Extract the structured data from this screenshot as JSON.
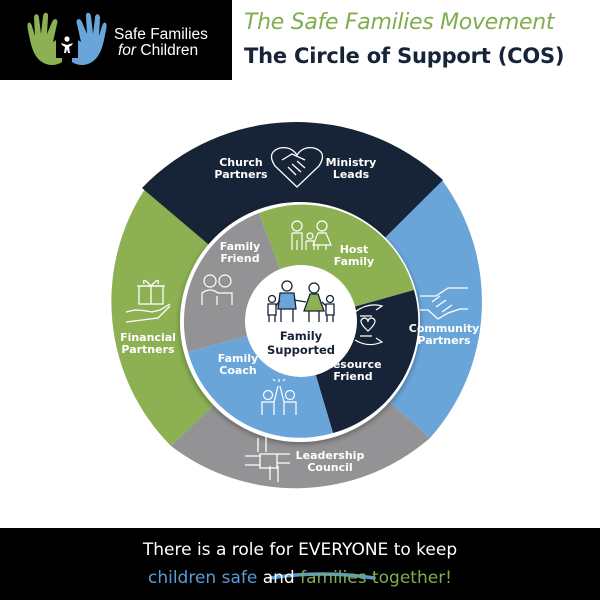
{
  "logo": {
    "line1": "Safe Families",
    "line2_italic": "for",
    "line2_rest": " Children",
    "icon": "hands-house-child-icon"
  },
  "header": {
    "subtitle": "The Safe Families Movement",
    "title": "The Circle of Support (COS)"
  },
  "colors": {
    "navy": "#172336",
    "green": "#8cb052",
    "blue": "#6aa5da",
    "gray": "#939396",
    "title_green": "#7fae4f"
  },
  "diagram": {
    "center": {
      "line1": "Family",
      "line2": "Supported",
      "icon": "family-icon"
    },
    "inner_ring": [
      {
        "id": "family-friend",
        "line1": "Family",
        "line2": "Friend",
        "color": "gray",
        "icon": "two-friends-icon"
      },
      {
        "id": "host-family",
        "line1": "Host",
        "line2": "Family",
        "color": "green",
        "icon": "family-holding-hands-icon"
      },
      {
        "id": "resource-friend",
        "line1": "Resource",
        "line2": "Friend",
        "color": "navy",
        "icon": "caring-hands-heart-icon"
      },
      {
        "id": "family-coach",
        "line1": "Family",
        "line2": "Coach",
        "color": "blue",
        "icon": "high-five-icon"
      }
    ],
    "outer_ring": [
      {
        "id": "church-ministry",
        "left_line1": "Church",
        "left_line2": "Partners",
        "right_line1": "Ministry",
        "right_line2": "Leads",
        "color": "navy",
        "icon": "heart-handshake-icon"
      },
      {
        "id": "community-partners",
        "line1": "Community",
        "line2": "Partners",
        "color": "blue",
        "icon": "handshake-icon"
      },
      {
        "id": "leadership-council",
        "line1": "Leadership",
        "line2": "Council",
        "color": "gray",
        "icon": "stacked-hands-icon"
      },
      {
        "id": "financial-partners",
        "line1": "Financial",
        "line2": "Partners",
        "color": "green",
        "icon": "gift-in-hand-icon"
      }
    ]
  },
  "footer": {
    "line1_a": "There is a role for ",
    "line1_emph": "EVERYONE",
    "line1_b": " to keep",
    "line2_blue": "children safe",
    "line2_mid": " and ",
    "line2_green": "families together!"
  }
}
